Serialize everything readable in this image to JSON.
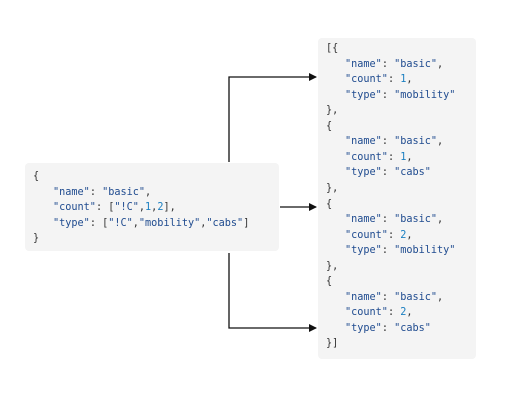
{
  "input": {
    "lines": [
      [
        {
          "t": "{",
          "c": "punct"
        }
      ],
      [
        {
          "t": "\"name\"",
          "c": "key"
        },
        {
          "t": ": ",
          "c": "punct"
        },
        {
          "t": "\"basic\"",
          "c": "str"
        },
        {
          "t": ",",
          "c": "punct"
        }
      ],
      [
        {
          "t": "\"count\"",
          "c": "key"
        },
        {
          "t": ": [",
          "c": "punct"
        },
        {
          "t": "\"!C\"",
          "c": "str"
        },
        {
          "t": ",",
          "c": "punct"
        },
        {
          "t": "1",
          "c": "num"
        },
        {
          "t": ",",
          "c": "punct"
        },
        {
          "t": "2",
          "c": "num"
        },
        {
          "t": "],",
          "c": "punct"
        }
      ],
      [
        {
          "t": "\"type\"",
          "c": "key"
        },
        {
          "t": ": [",
          "c": "punct"
        },
        {
          "t": "\"!C\"",
          "c": "str"
        },
        {
          "t": ",",
          "c": "punct"
        },
        {
          "t": "\"mobility\"",
          "c": "str"
        },
        {
          "t": ",",
          "c": "punct"
        },
        {
          "t": "\"cabs\"",
          "c": "str"
        },
        {
          "t": "]",
          "c": "punct"
        }
      ],
      [
        {
          "t": "}",
          "c": "punct"
        }
      ]
    ]
  },
  "output": {
    "lines": [
      [
        {
          "t": "[{",
          "c": "punct"
        }
      ],
      [
        {
          "t": "\"name\"",
          "c": "key"
        },
        {
          "t": ": ",
          "c": "punct"
        },
        {
          "t": "\"basic\"",
          "c": "str"
        },
        {
          "t": ",",
          "c": "punct"
        }
      ],
      [
        {
          "t": "\"count\"",
          "c": "key"
        },
        {
          "t": ": ",
          "c": "punct"
        },
        {
          "t": "1",
          "c": "num"
        },
        {
          "t": ",",
          "c": "punct"
        }
      ],
      [
        {
          "t": "\"type\"",
          "c": "key"
        },
        {
          "t": ": ",
          "c": "punct"
        },
        {
          "t": "\"mobility\"",
          "c": "str"
        }
      ],
      [
        {
          "t": "},",
          "c": "punct"
        }
      ],
      [
        {
          "t": "{",
          "c": "punct"
        }
      ],
      [
        {
          "t": "\"name\"",
          "c": "key"
        },
        {
          "t": ": ",
          "c": "punct"
        },
        {
          "t": "\"basic\"",
          "c": "str"
        },
        {
          "t": ",",
          "c": "punct"
        }
      ],
      [
        {
          "t": "\"count\"",
          "c": "key"
        },
        {
          "t": ": ",
          "c": "punct"
        },
        {
          "t": "1",
          "c": "num"
        },
        {
          "t": ",",
          "c": "punct"
        }
      ],
      [
        {
          "t": "\"type\"",
          "c": "key"
        },
        {
          "t": ": ",
          "c": "punct"
        },
        {
          "t": "\"cabs\"",
          "c": "str"
        }
      ],
      [
        {
          "t": "},",
          "c": "punct"
        }
      ],
      [
        {
          "t": "{",
          "c": "punct"
        }
      ],
      [
        {
          "t": "\"name\"",
          "c": "key"
        },
        {
          "t": ": ",
          "c": "punct"
        },
        {
          "t": "\"basic\"",
          "c": "str"
        },
        {
          "t": ",",
          "c": "punct"
        }
      ],
      [
        {
          "t": "\"count\"",
          "c": "key"
        },
        {
          "t": ": ",
          "c": "punct"
        },
        {
          "t": "2",
          "c": "num"
        },
        {
          "t": ",",
          "c": "punct"
        }
      ],
      [
        {
          "t": "\"type\"",
          "c": "key"
        },
        {
          "t": ": ",
          "c": "punct"
        },
        {
          "t": "\"mobility\"",
          "c": "str"
        }
      ],
      [
        {
          "t": "},",
          "c": "punct"
        }
      ],
      [
        {
          "t": "{",
          "c": "punct"
        }
      ],
      [
        {
          "t": "\"name\"",
          "c": "key"
        },
        {
          "t": ": ",
          "c": "punct"
        },
        {
          "t": "\"basic\"",
          "c": "str"
        },
        {
          "t": ",",
          "c": "punct"
        }
      ],
      [
        {
          "t": "\"count\"",
          "c": "key"
        },
        {
          "t": ": ",
          "c": "punct"
        },
        {
          "t": "2",
          "c": "num"
        },
        {
          "t": ",",
          "c": "punct"
        }
      ],
      [
        {
          "t": "\"type\"",
          "c": "key"
        },
        {
          "t": ": ",
          "c": "punct"
        },
        {
          "t": "\"cabs\"",
          "c": "str"
        }
      ],
      [
        {
          "t": "}]",
          "c": "punct"
        }
      ]
    ]
  },
  "colors": {
    "box_background": "#f4f4f4",
    "key_string": "#1f4b8f",
    "number": "#1a7fc1",
    "punctuation": "#333333",
    "arrow": "#111111"
  }
}
